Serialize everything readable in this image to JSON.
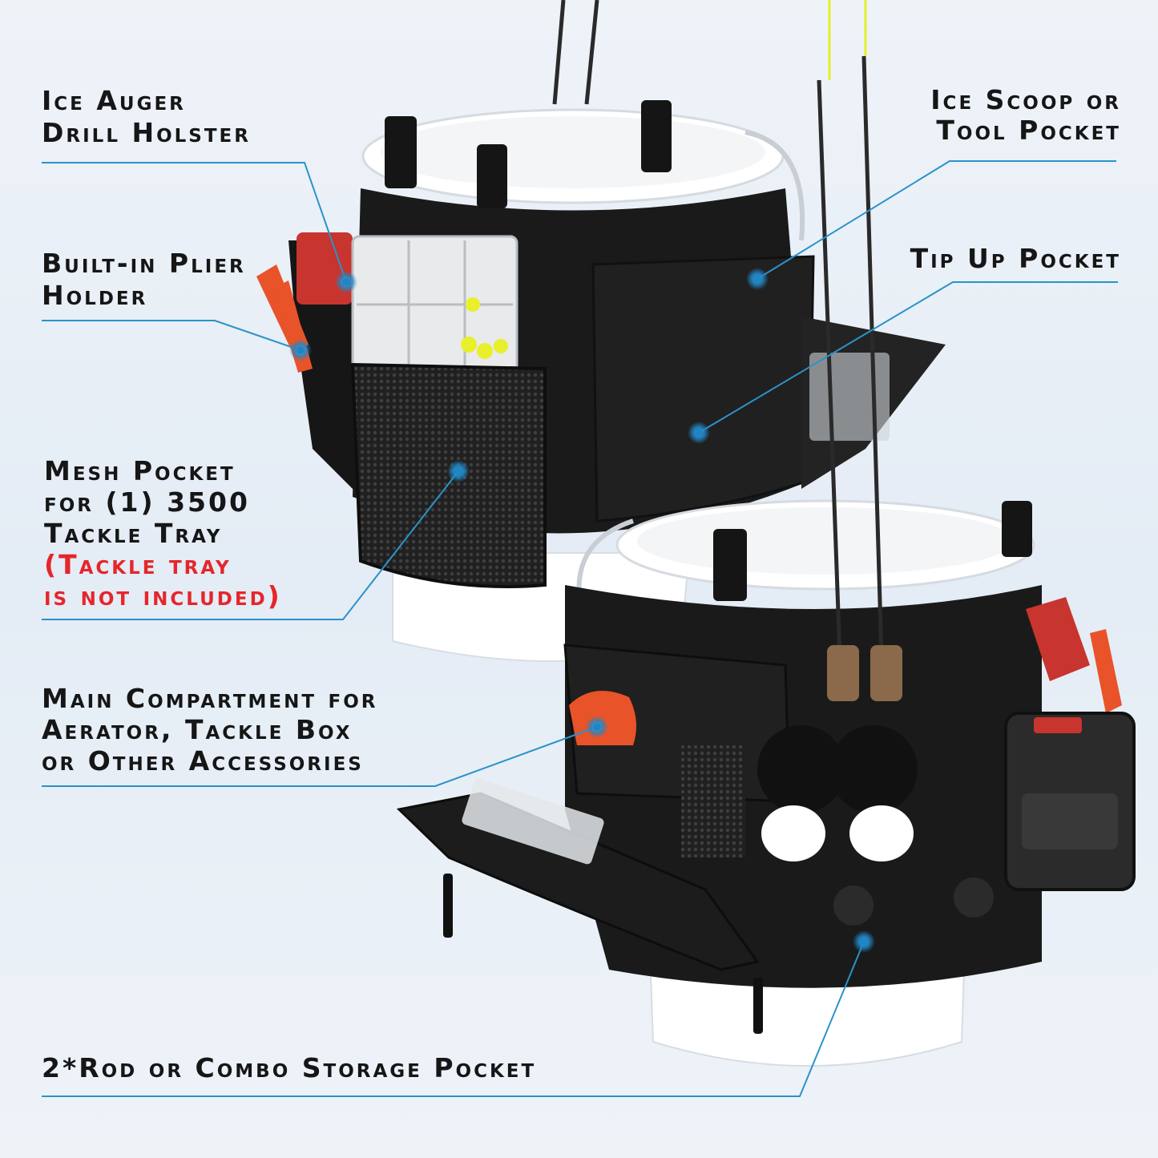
{
  "callouts": {
    "ice_auger": {
      "lines": [
        "Ice Auger",
        "Drill Holster"
      ]
    },
    "plier": {
      "lines": [
        "Built-in Plier",
        "Holder"
      ]
    },
    "mesh": {
      "lines": [
        "Mesh Pocket",
        "for (1) 3500",
        "Tackle Tray"
      ],
      "note_lines": [
        "(Tackle tray",
        "is not included)"
      ]
    },
    "main_compartment": {
      "lines": [
        "Main Compartment for",
        "Aerator, Tackle Box",
        "or Other Accessories"
      ]
    },
    "rod_storage": {
      "lines": [
        "2*Rod or Combo Storage Pocket"
      ]
    },
    "ice_scoop": {
      "lines": [
        "Ice Scoop or",
        "Tool Pocket"
      ]
    },
    "tip_up": {
      "lines": [
        "Tip Up Pocket"
      ]
    }
  },
  "colors": {
    "leader_line": "#2a93c9",
    "dot": "#1f86c6",
    "note_text": "#e5262b",
    "label_text": "#161616",
    "bag": "#1a1a1a",
    "bucket": "#ffffff",
    "accent_orange": "#e8532a"
  }
}
